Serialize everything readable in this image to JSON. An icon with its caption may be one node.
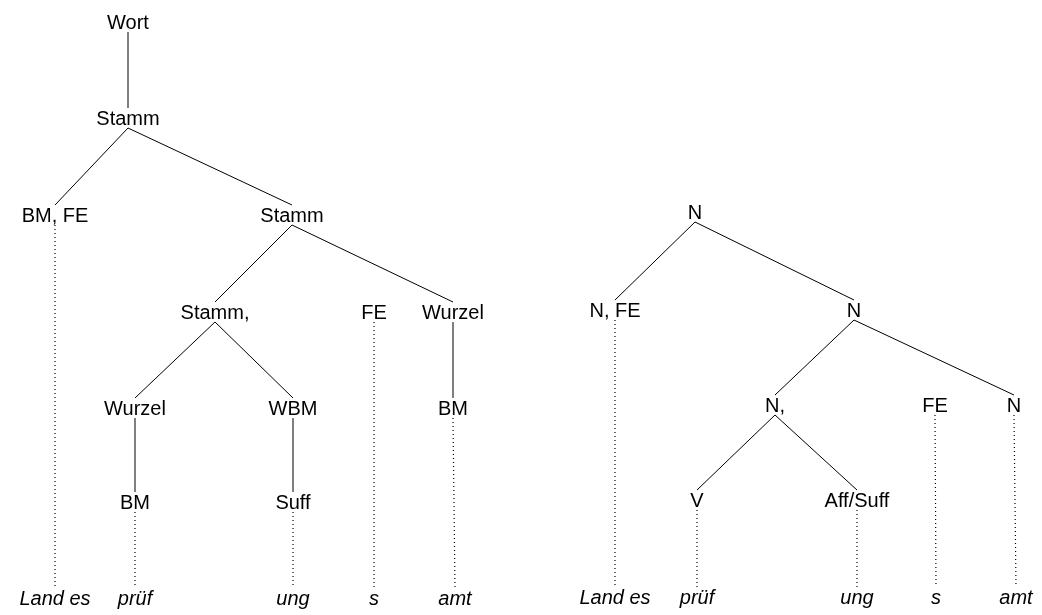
{
  "diagram": {
    "nodes": [
      {
        "text": [
          "Wort"
        ]
      },
      {
        "text": [
          "Stamm"
        ]
      },
      {
        "text": [
          "BM, FE"
        ]
      },
      {
        "text": [
          "Stamm"
        ]
      },
      {
        "text": [
          "Stamm,"
        ]
      },
      {
        "text": [
          "FE"
        ]
      },
      {
        "text": [
          "Wurzel"
        ]
      },
      {
        "text": [
          "Wurzel"
        ]
      },
      {
        "text": [
          "WBM"
        ]
      },
      {
        "text": [
          "BM"
        ]
      },
      {
        "text": [
          "BM"
        ]
      },
      {
        "text": [
          "Suff"
        ]
      },
      {
        "text": [
          "Land es"
        ]
      },
      {
        "text": [
          "prüf"
        ]
      },
      {
        "text": [
          "ung"
        ]
      },
      {
        "text": [
          "s"
        ]
      },
      {
        "text": [
          "amt"
        ]
      },
      {
        "text": [
          "N"
        ]
      },
      {
        "text": [
          "N, FE"
        ]
      },
      {
        "text": [
          "N"
        ]
      },
      {
        "text": [
          "N,"
        ]
      },
      {
        "text": [
          "FE"
        ]
      },
      {
        "text": [
          "N"
        ]
      },
      {
        "text": [
          "V"
        ]
      },
      {
        "text": [
          "Aff/Suff"
        ]
      },
      {
        "text": [
          "Land es"
        ]
      },
      {
        "text": [
          "prüf"
        ]
      },
      {
        "text": [
          "ung"
        ]
      },
      {
        "text": [
          "s"
        ]
      },
      {
        "text": [
          "amt"
        ]
      }
    ],
    "edges": [
      {
        "from": 0,
        "to": 1,
        "arrow": "none"
      },
      {
        "from": 1,
        "to": 2,
        "arrow": "none"
      },
      {
        "from": 1,
        "to": 3,
        "arrow": "none"
      },
      {
        "from": 3,
        "to": 4,
        "arrow": "none"
      },
      {
        "from": 3,
        "to": 6,
        "arrow": "none"
      },
      {
        "from": 4,
        "to": 7,
        "arrow": "none"
      },
      {
        "from": 4,
        "to": 8,
        "arrow": "none"
      },
      {
        "from": 6,
        "to": 9,
        "arrow": "none"
      },
      {
        "from": 7,
        "to": 10,
        "arrow": "none"
      },
      {
        "from": 8,
        "to": 11,
        "arrow": "none"
      },
      {
        "from": 2,
        "to": 12,
        "arrow": "none",
        "style": "dashed"
      },
      {
        "from": 10,
        "to": 13,
        "arrow": "none",
        "style": "dashed"
      },
      {
        "from": 11,
        "to": 14,
        "arrow": "none",
        "style": "dashed"
      },
      {
        "from": 5,
        "to": 15,
        "arrow": "none",
        "style": "dashed"
      },
      {
        "from": 9,
        "to": 16,
        "arrow": "none",
        "style": "dashed"
      },
      {
        "from": 17,
        "to": 18,
        "arrow": "none"
      },
      {
        "from": 17,
        "to": 19,
        "arrow": "none"
      },
      {
        "from": 19,
        "to": 20,
        "arrow": "none"
      },
      {
        "from": 19,
        "to": 22,
        "arrow": "none"
      },
      {
        "from": 20,
        "to": 23,
        "arrow": "none"
      },
      {
        "from": 20,
        "to": 24,
        "arrow": "none"
      },
      {
        "from": 18,
        "to": 25,
        "arrow": "none",
        "style": "dashed"
      },
      {
        "from": 23,
        "to": 26,
        "arrow": "none",
        "style": "dashed"
      },
      {
        "from": 24,
        "to": 27,
        "arrow": "none",
        "style": "dashed"
      },
      {
        "from": 21,
        "to": 28,
        "arrow": "none",
        "style": "dashed"
      },
      {
        "from": 22,
        "to": 29,
        "arrow": "none",
        "style": "dashed"
      }
    ]
  }
}
